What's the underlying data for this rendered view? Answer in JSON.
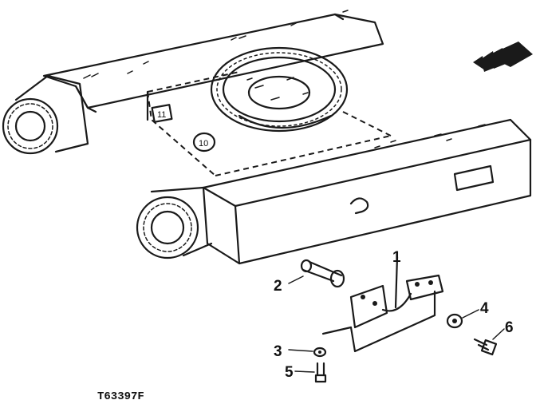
{
  "callouts": [
    {
      "id": "1",
      "label": "1"
    },
    {
      "id": "2",
      "label": "2"
    },
    {
      "id": "3",
      "label": "3"
    },
    {
      "id": "4",
      "label": "4"
    },
    {
      "id": "5",
      "label": "5"
    },
    {
      "id": "6",
      "label": "6"
    }
  ],
  "figure_id": "T63397F"
}
